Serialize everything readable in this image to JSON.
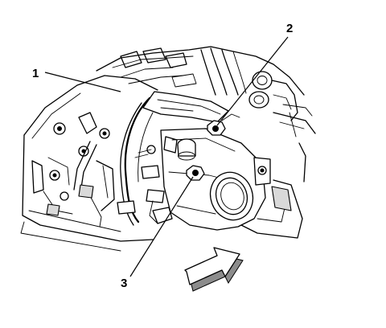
{
  "callouts": [
    {
      "label": "1"
    },
    {
      "label": "2"
    },
    {
      "label": "3"
    }
  ],
  "colors": {
    "ink": "#000000",
    "paper": "#ffffff",
    "shade": "#d9d9d9"
  },
  "icons": {
    "direction_arrow": "view-direction-arrow-icon"
  }
}
